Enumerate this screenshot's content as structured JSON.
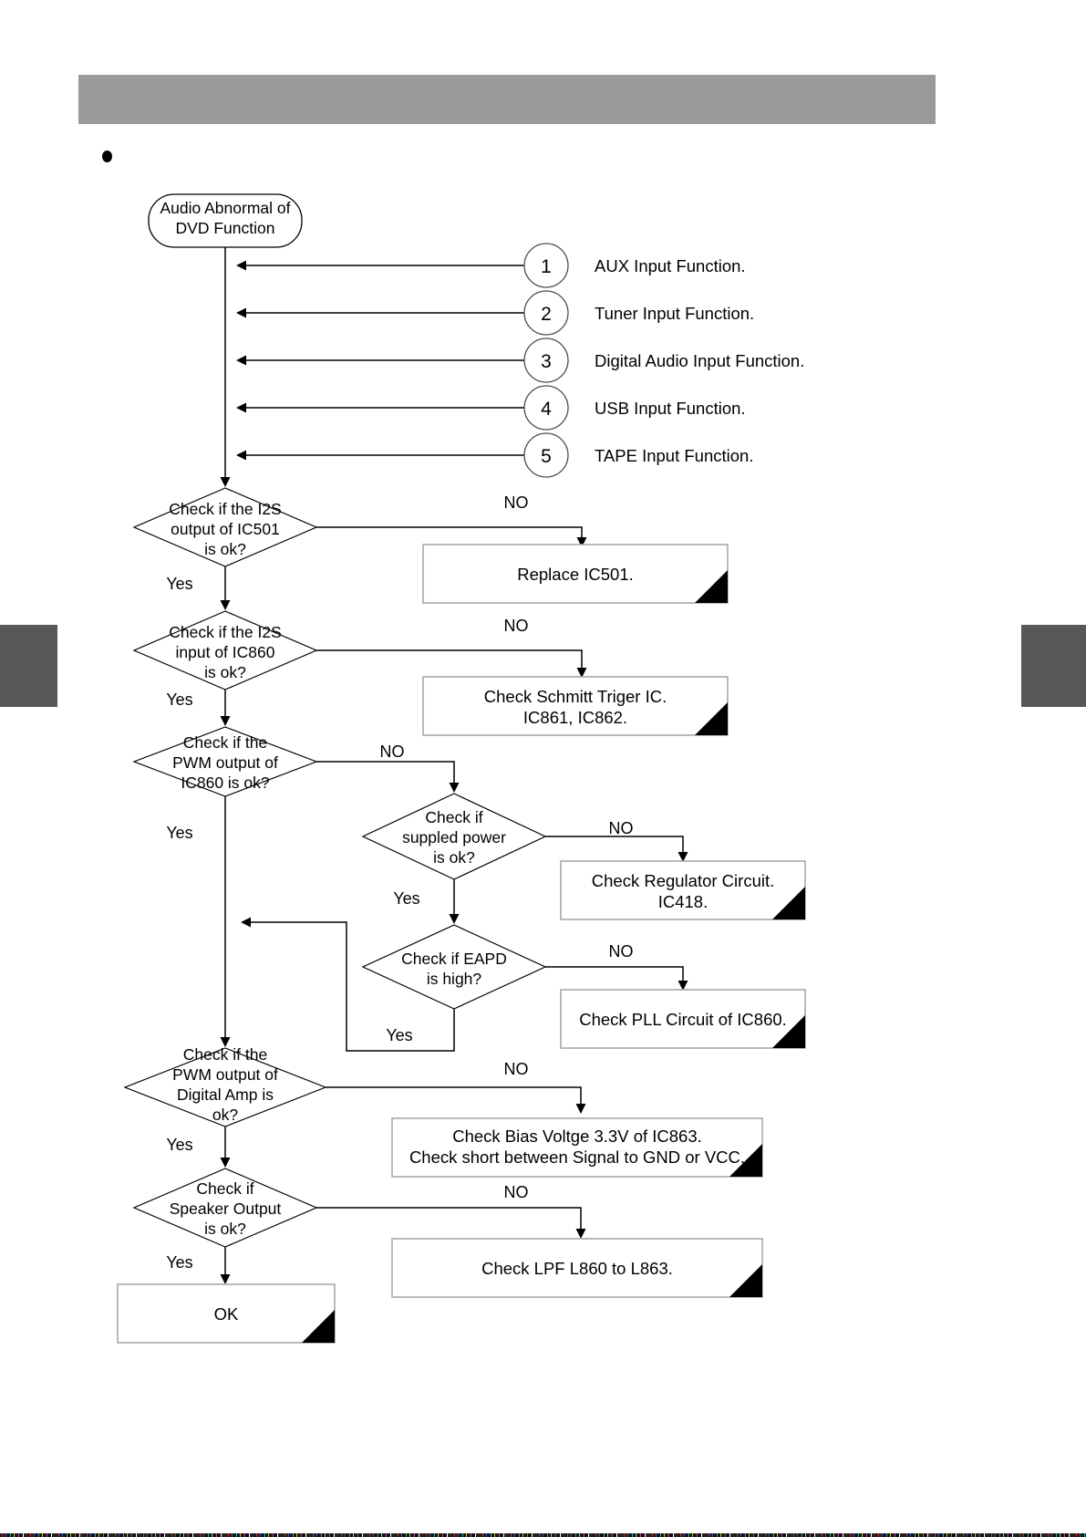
{
  "page": {
    "background": "#ffffff",
    "header_bar_color": "#9a9a9a",
    "tab_color": "#575757",
    "header_title": "",
    "bullet_text": ""
  },
  "chart_data": {
    "type": "diagram",
    "title": "Audio Abnormal of DVD Function - Troubleshooting Flowchart",
    "start_node": "Audio Abnormal of DVD Function",
    "legend": [
      {
        "number": "1",
        "text": "AUX Input Function."
      },
      {
        "number": "2",
        "text": "Tuner Input Function."
      },
      {
        "number": "3",
        "text": "Digital Audio Input Function."
      },
      {
        "number": "4",
        "text": "USB Input Function."
      },
      {
        "number": "5",
        "text": "TAPE Input Function."
      }
    ],
    "decisions": [
      {
        "id": "d1",
        "text": "Check if the I2S output of IC501 is ok?",
        "lines": [
          "Check if the I2S",
          "output of IC501",
          "is ok?"
        ],
        "yes_label": "Yes",
        "no_label": "NO"
      },
      {
        "id": "d2",
        "text": "Check if the I2S input of IC860 is ok?",
        "lines": [
          "Check if the I2S",
          "input of IC860",
          "is ok?"
        ],
        "yes_label": "Yes",
        "no_label": "NO"
      },
      {
        "id": "d3",
        "text": "Check if the PWM output of IC860 is ok?",
        "lines": [
          "Check if the",
          "PWM output of",
          "IC860 is ok?"
        ],
        "yes_label": "Yes",
        "no_label": "NO"
      },
      {
        "id": "d4",
        "text": "Check if suppled power is ok?",
        "lines": [
          "Check if",
          "suppled power",
          "is ok?"
        ],
        "yes_label": "Yes",
        "no_label": "NO"
      },
      {
        "id": "d5",
        "text": "Check if EAPD is high?",
        "lines": [
          "Check if EAPD",
          "is high?"
        ],
        "yes_label": "Yes",
        "no_label": "NO"
      },
      {
        "id": "d6",
        "text": "Check if the PWM output of Digital Amp is ok?",
        "lines": [
          "Check if the",
          "PWM output of",
          "Digital Amp is",
          "ok?"
        ],
        "yes_label": "Yes",
        "no_label": "NO"
      },
      {
        "id": "d7",
        "text": "Check if Speaker Output is ok?",
        "lines": [
          "Check if",
          "Speaker Output",
          "is ok?"
        ],
        "yes_label": "Yes",
        "no_label": "NO"
      }
    ],
    "actions": [
      {
        "id": "a1",
        "lines": [
          "Replace IC501."
        ]
      },
      {
        "id": "a2",
        "lines": [
          "Check Schmitt Triger IC.",
          "IC861, IC862."
        ]
      },
      {
        "id": "a3",
        "lines": [
          "Check Regulator Circuit.",
          "IC418."
        ]
      },
      {
        "id": "a4",
        "lines": [
          "Check PLL Circuit of IC860."
        ]
      },
      {
        "id": "a5",
        "lines": [
          "Check Bias Voltge 3.3V of IC863.",
          "Check short between Signal to GND or VCC."
        ]
      },
      {
        "id": "a6",
        "lines": [
          "Check LPF L860 to L863."
        ]
      },
      {
        "id": "a7",
        "lines": [
          "OK"
        ]
      }
    ]
  }
}
